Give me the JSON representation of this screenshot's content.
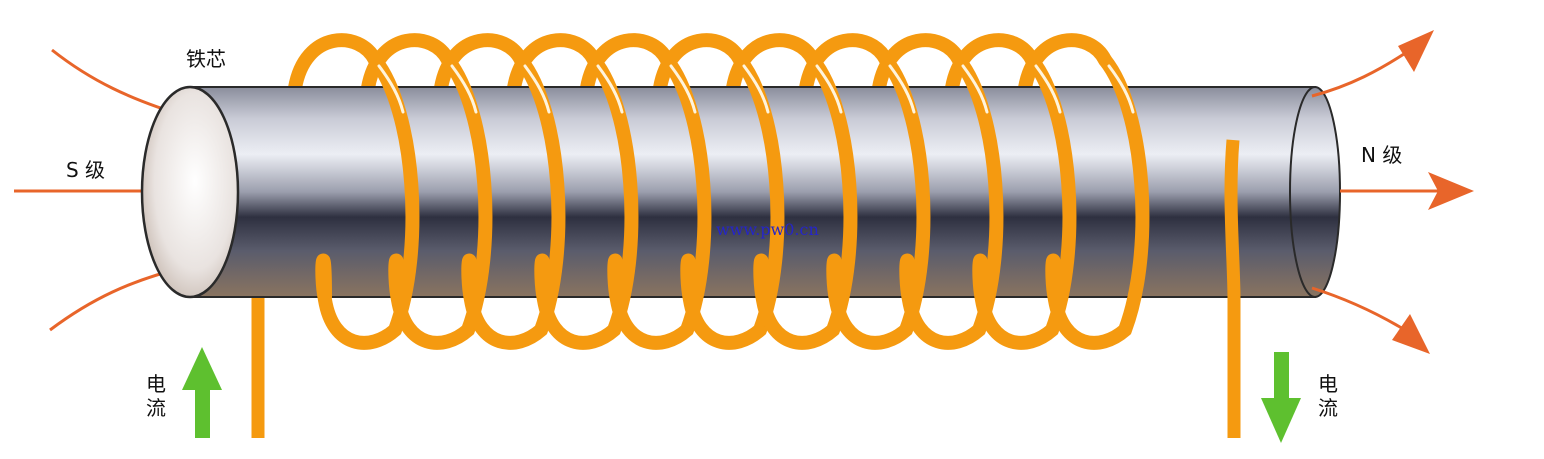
{
  "labels": {
    "core": "铁芯",
    "south_pole": "S 级",
    "north_pole": "N 级",
    "current_char1": "电",
    "current_char2": "流",
    "watermark": "www.pw0.cn"
  },
  "colors": {
    "coil": "#f59a10",
    "coil_shadow": "#c9730a",
    "field_lines": "#e8652a",
    "current_in_arrow": "#5ec02f",
    "current_out_arrow": "#5ec02f",
    "watermark": "#2525c8",
    "core_dark": "#2d2f3e",
    "core_light": "#d9dbe6"
  },
  "diagram": {
    "coil_turns": 11,
    "current_left_direction": "up",
    "current_right_direction": "down"
  }
}
